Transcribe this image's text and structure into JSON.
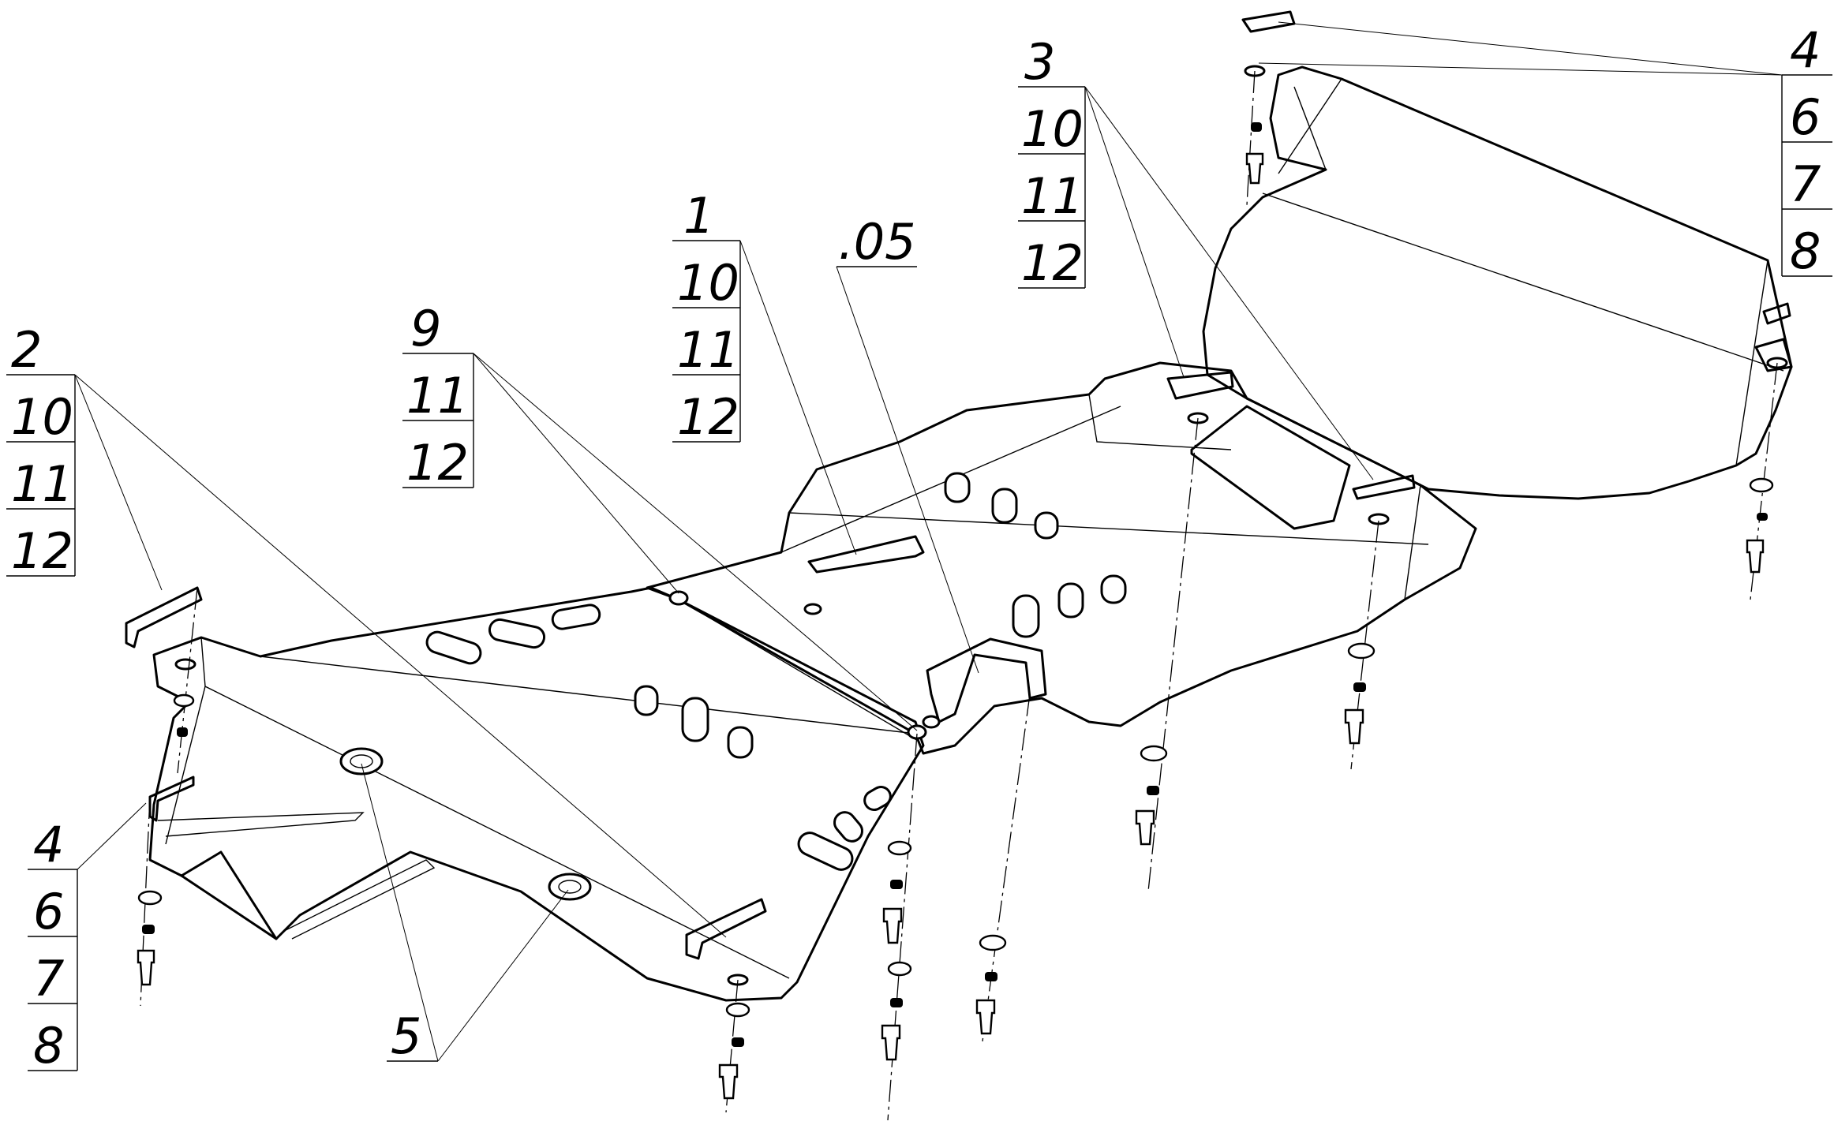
{
  "callouts": [
    {
      "id": "left",
      "items": [
        "2",
        "10",
        "11",
        "12"
      ]
    },
    {
      "id": "center-left",
      "items": [
        "9",
        "11",
        "12"
      ]
    },
    {
      "id": "center",
      "items": [
        "1",
        "10",
        "11",
        "12"
      ]
    },
    {
      "id": "ref",
      "items": [
        ".05"
      ]
    },
    {
      "id": "center-right",
      "items": [
        "3",
        "10",
        "11",
        "12"
      ]
    },
    {
      "id": "top-right",
      "items": [
        "4",
        "6",
        "7",
        "8"
      ]
    },
    {
      "id": "bottom-left",
      "items": [
        "4",
        "6",
        "7",
        "8"
      ]
    },
    {
      "id": "bottom",
      "items": [
        "5"
      ]
    }
  ]
}
